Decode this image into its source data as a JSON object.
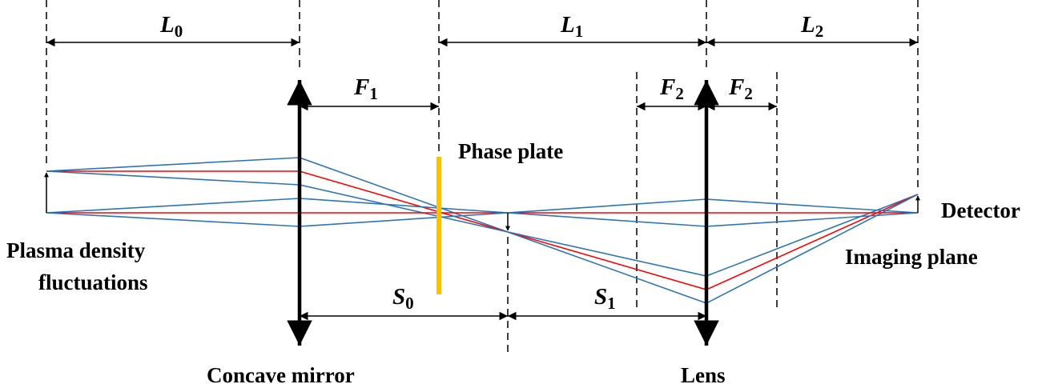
{
  "labels": {
    "phase_plate": "Phase plate",
    "detector": "Detector",
    "imaging_plane": "Imaging plane",
    "plasma_1": "Plasma density",
    "plasma_2": "fluctuations",
    "concave_mirror": "Concave mirror",
    "lens": "Lens"
  },
  "dimensions": {
    "L0": {
      "main": "L",
      "sub": "0"
    },
    "L1": {
      "main": "L",
      "sub": "1"
    },
    "L2": {
      "main": "L",
      "sub": "2"
    },
    "F1": {
      "main": "F",
      "sub": "1"
    },
    "F2a": {
      "main": "F",
      "sub": "2"
    },
    "F2b": {
      "main": "F",
      "sub": "2"
    },
    "S0": {
      "main": "S",
      "sub": "0"
    },
    "S1": {
      "main": "S",
      "sub": "1"
    }
  },
  "colors": {
    "ray_marginal": "#2E75B6",
    "ray_chief": "#FF0000",
    "phase_plate": "#FFC000"
  }
}
